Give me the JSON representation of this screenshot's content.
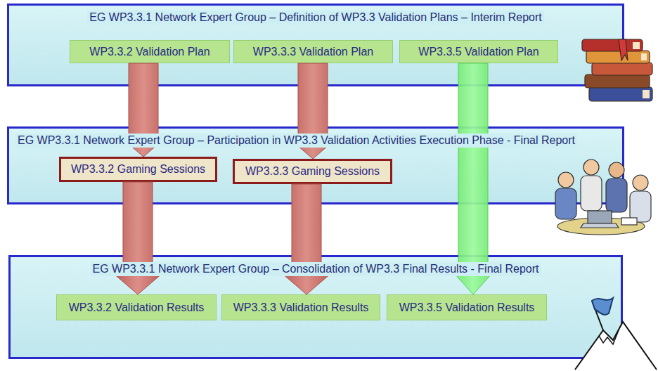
{
  "diagram": {
    "nodes": [
      {
        "text": [
          "EG WP3.3.1 Network Expert Group – Definition of WP3.3 Validation Plans – Interim Report"
        ]
      },
      {
        "text": [
          "WP3.3.2 Validation Plan"
        ],
        "in": 0
      },
      {
        "text": [
          "WP3.3.3 Validation Plan"
        ],
        "in": 0
      },
      {
        "text": [
          "WP3.3.5 Validation Plan"
        ],
        "in": 0
      },
      {
        "text": [
          "EG WP3.3.1 Network Expert Group – Participation in WP3.3 Validation Activities Execution Phase - Final Report"
        ]
      },
      {
        "text": [
          "WP3.3.2 Gaming Sessions"
        ],
        "in": 4
      },
      {
        "text": [
          "WP3.3.3 Gaming Sessions"
        ],
        "in": 4
      },
      {
        "text": [
          "EG WP3.3.1 Network Expert Group – Consolidation of WP3.3 Final Results - Final Report"
        ]
      },
      {
        "text": [
          "WP3.3.2 Validation Results"
        ],
        "in": 7
      },
      {
        "text": [
          "WP3.3.3 Validation Results"
        ],
        "in": 7
      },
      {
        "text": [
          "WP3.3.5 Validation Results"
        ],
        "in": 7
      }
    ],
    "edges": [
      {
        "from": 1,
        "to": 5,
        "arrow": "to"
      },
      {
        "from": 2,
        "to": 6,
        "arrow": "to"
      },
      {
        "from": 3,
        "to": 10,
        "arrow": "to"
      },
      {
        "from": 5,
        "to": 8,
        "arrow": "to"
      },
      {
        "from": 6,
        "to": 9,
        "arrow": "to"
      }
    ]
  }
}
